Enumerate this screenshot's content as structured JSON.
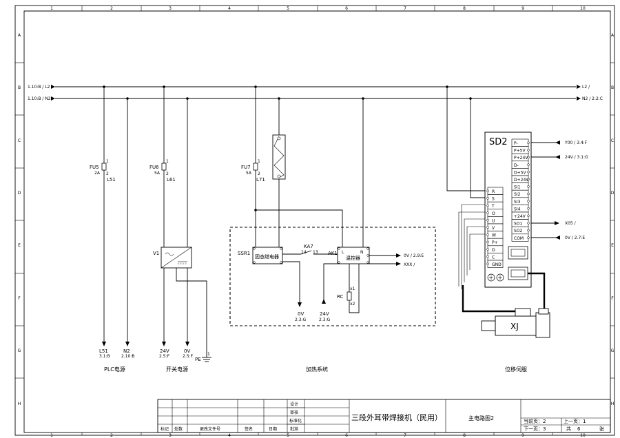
{
  "frame": {
    "col_numbers": [
      "1",
      "2",
      "3",
      "4",
      "5",
      "6",
      "7",
      "8",
      "9",
      "10"
    ],
    "row_letters": [
      "A",
      "B",
      "C",
      "D",
      "E",
      "F",
      "G",
      "H"
    ]
  },
  "bus": {
    "l2_left": "1.10:B / L2",
    "n2_left": "1.10:B / N2",
    "l2_right": "L2 /",
    "n2_right": "N2 / 2.2:C"
  },
  "fuses": [
    {
      "id": "FU5",
      "rating": "2A",
      "wire": "L51"
    },
    {
      "id": "FU6",
      "rating": "5A",
      "wire": "L61"
    },
    {
      "id": "FU7",
      "rating": "5A",
      "wire": "L71"
    }
  ],
  "fuse_pins": {
    "top": "1",
    "bottom": "2"
  },
  "psu": {
    "id": "V1"
  },
  "terminals_bottom": [
    {
      "label": "L51",
      "ref": "3.1:B"
    },
    {
      "label": "N2",
      "ref": "2.10:B"
    },
    {
      "label": "24V",
      "ref": "2.5:F"
    },
    {
      "label": "0V",
      "ref": "2.5:F"
    }
  ],
  "pe": {
    "label": "PE",
    "pin": "1"
  },
  "heating": {
    "ssr": "SSR1",
    "ssr_box": "固态继电器",
    "ka": "KA7",
    "ka_pins": [
      "14",
      "13"
    ],
    "ak": "AK1",
    "tc_box": "温控器",
    "tc_pins": [
      "L",
      "N"
    ],
    "out_0v": "0V / 2.9:E",
    "out_xxx": "XXX /",
    "rc": "RC",
    "rc_pins": [
      "x1",
      "x2"
    ],
    "term_0v": {
      "label": "0V",
      "ref": "2.3:G"
    },
    "term_24v": {
      "label": "24V",
      "ref": "2.3:G"
    }
  },
  "sd2": {
    "title": "SD2",
    "right_pins": [
      "P-",
      "P+5V",
      "P+24V",
      "D-",
      "D+5V",
      "D+24V",
      "SI1",
      "SI2",
      "SI3",
      "SI4",
      "+24V",
      "SO1",
      "SO2",
      "COM"
    ],
    "left_pins": [
      "R",
      "S",
      "T",
      "O",
      "U",
      "V",
      "W",
      "P+",
      "D",
      "C",
      "GND"
    ],
    "out_y00": "Y00 / 3.4:F",
    "out_24v": "24V / 3.1:G",
    "out_x05": "X05 /",
    "out_0v": "0V / 2.7:E",
    "motor": "XJ"
  },
  "section_labels": {
    "plc": "PLC电源",
    "switch": "开关电源",
    "heating": "加热系统",
    "servo": "位移伺服"
  },
  "title_block": {
    "row_labels": [
      "设计",
      "审核",
      "标准化",
      "批准"
    ],
    "bottom_labels": [
      "标记",
      "处数",
      "更改文件号",
      "签名",
      "日期"
    ],
    "project": "三段外耳带焊接机（民用）",
    "drawing": "主电路图2",
    "current_page": "当前页：2",
    "prev_page": "上一页：1",
    "next_page": "下一页：3",
    "total_a": "共",
    "total_n": "6",
    "total_b": "张"
  }
}
